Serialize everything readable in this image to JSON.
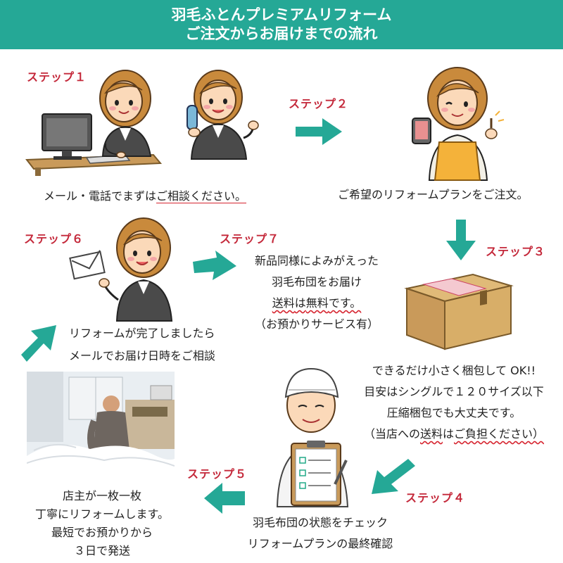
{
  "header": {
    "title_line1": "羽毛ふとんプレミアムリフォーム",
    "title_line2": "ご注文からお届けまでの流れ"
  },
  "steps": {
    "s1": {
      "label": "ステップ１",
      "text_prefix": "メール・電話でまずは",
      "text_emph": "ご相談ください。"
    },
    "s2": {
      "label": "ステップ２",
      "text": "ご希望のリフォームプランをご注文。"
    },
    "s3": {
      "label": "ステップ３",
      "line1": "できるだけ小さく梱包して OK!!",
      "line2": "目安はシングルで１２０サイズ以下",
      "line3": "圧縮梱包でも大丈夫です。",
      "line4_prefix": "（当店への",
      "line4_emph1": "送料",
      "line4_mid": "は",
      "line4_emph2": "ご負担ください）"
    },
    "s4": {
      "label": "ステップ４",
      "line1": "羽毛布団の状態をチェック",
      "line2": "リフォームプランの最終確認"
    },
    "s5": {
      "label": "ステップ５",
      "line1": "店主が一枚一枚",
      "line2": "丁寧にリフォームします。",
      "line3": "最短でお預かりから",
      "line4": "３日で発送"
    },
    "s6": {
      "label": "ステップ６",
      "line1": "リフォームが完了しましたら",
      "line2": "メールでお届け日時をご相談"
    },
    "s7": {
      "label": "ステップ７",
      "line1": "新品同様によみがえった",
      "line2": "羽毛布団をお届け",
      "line3_emph1": "送料",
      "line3_mid": "は",
      "line3_emph2": "無料",
      "line3_suffix": "です。",
      "line4": "（お預かりサービス有）"
    }
  },
  "colors": {
    "teal": "#25a896",
    "red": "#c4283a",
    "hair": "#c98a3c",
    "suit": "#4a4a4a",
    "box": "#cfa45f"
  },
  "icons": [
    "operator-icon",
    "phone-icon",
    "smartphone-icon",
    "box-icon",
    "clipboard-icon",
    "envelope-icon",
    "arrow-icon"
  ]
}
